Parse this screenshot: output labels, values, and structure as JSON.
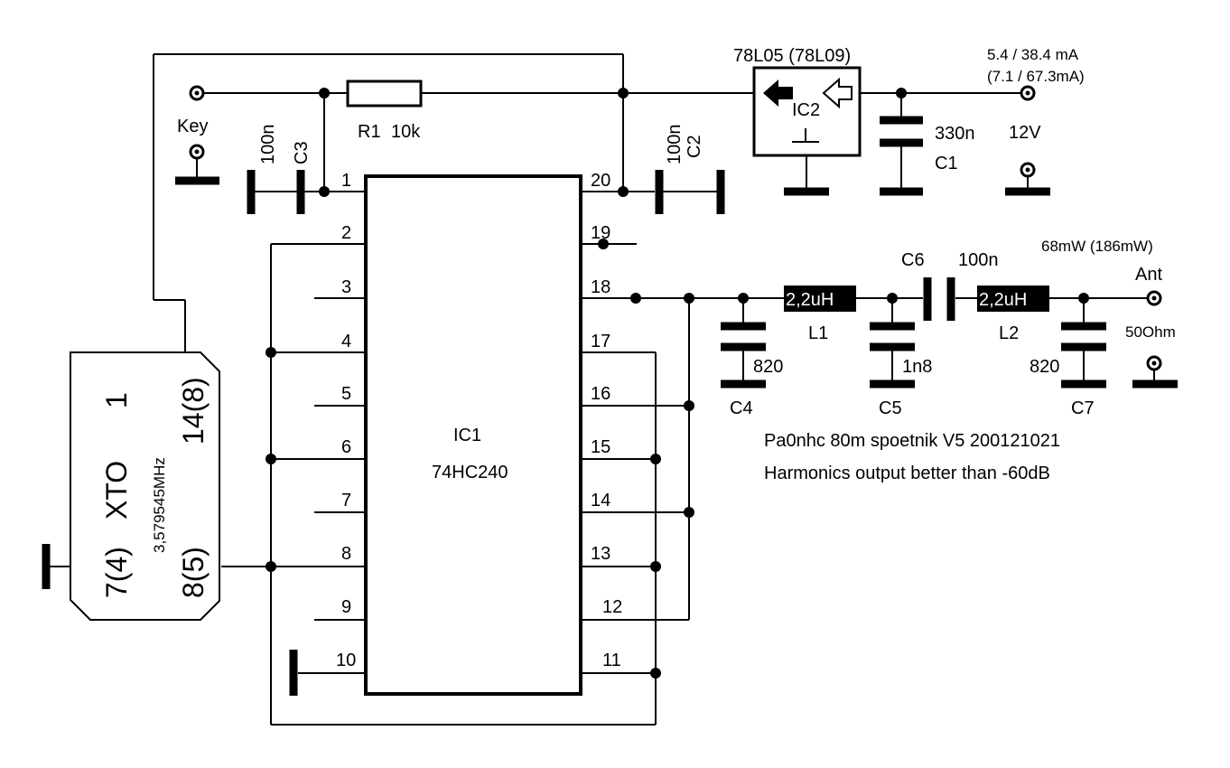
{
  "labels": {
    "key": "Key",
    "r1": "R1",
    "r1_value": "10k",
    "c3_value": "100n",
    "c3": "C3",
    "c2_value": "100n",
    "c2": "C2",
    "ic2_type": "78L05 (78L09)",
    "ic2": "IC2",
    "c1_value": "330n",
    "c1": "C1",
    "supply_current": "5.4 / 38.4 mA",
    "supply_current_alt": "(7.1 / 67.3mA)",
    "supply_voltage": "12V",
    "power_out": "68mW (186mW)",
    "ant": "Ant",
    "impedance": "50Ohm",
    "c6": "C6",
    "c6_value": "100n",
    "l1_value": "2,2uH",
    "l1": "L1",
    "l2_value": "2,2uH",
    "l2": "L2",
    "c4_value": "820",
    "c4": "C4",
    "c5_value": "1n8",
    "c5": "C5",
    "c7_value": "820",
    "c7": "C7",
    "ic1": "IC1",
    "ic1_type": "74HC240",
    "title": "Pa0nhc 80m spoetnik V5 200121021",
    "subtitle": "Harmonics output better than -60dB",
    "xto": "XTO",
    "xto_freq": "3,579545MHz",
    "xto_pin1": "1",
    "xto_pin7": "7(4)",
    "xto_pin8": "8(5)",
    "xto_pin14": "14(8)"
  },
  "ic1_pins_left": [
    "1",
    "2",
    "3",
    "4",
    "5",
    "6",
    "7",
    "8",
    "9",
    "10"
  ],
  "ic1_pins_right": [
    "20",
    "19",
    "18",
    "17",
    "16",
    "15",
    "14",
    "13",
    "12",
    "11"
  ]
}
